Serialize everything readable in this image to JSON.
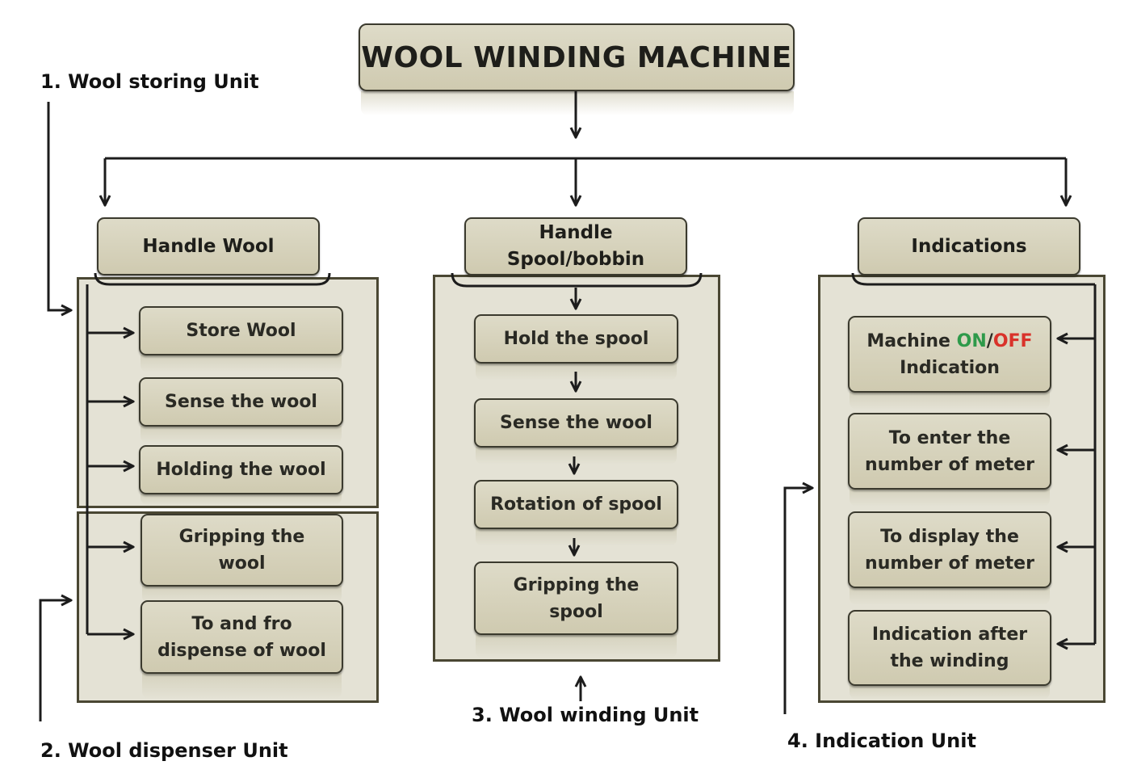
{
  "title": "WOOL WINDING MACHINE",
  "headers": {
    "handle_wool": "Handle Wool",
    "handle_spool": "Handle\nSpool/bobbin",
    "indications": "Indications"
  },
  "wool_items": [
    "Store Wool",
    "Sense the wool",
    "Holding the wool"
  ],
  "dispenser_items": [
    "Gripping the\nwool",
    "To and fro\ndispense of wool"
  ],
  "spool_items": [
    "Hold the spool",
    "Sense the wool",
    "Rotation of spool",
    "Gripping the\nspool"
  ],
  "indication_item_1": {
    "prefix": "Machine ",
    "on": "ON",
    "slash": "/",
    "off": "OFF",
    "suffix": "Indication"
  },
  "indication_items": [
    "To enter the\nnumber of meter",
    "To display the\nnumber of meter",
    "Indication after\nthe winding"
  ],
  "unit_labels": {
    "unit1": "1. Wool storing Unit",
    "unit2": "2. Wool dispenser Unit",
    "unit3": "3. Wool winding Unit",
    "unit4": "4. Indication Unit"
  },
  "colors": {
    "box_fill": "#d6d2bc",
    "panel_fill": "#e4e2d5",
    "border": "#3b3a2e",
    "on": "#2e9a4a",
    "off": "#d9322a"
  }
}
